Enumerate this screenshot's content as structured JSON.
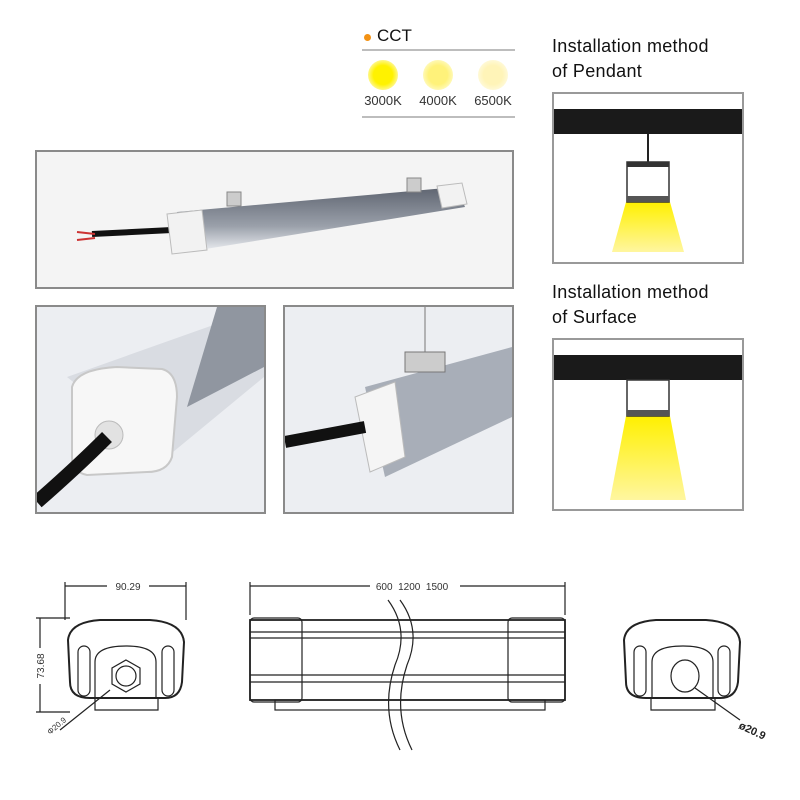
{
  "cct": {
    "title": "CCT",
    "accent": "#f39214",
    "options": [
      {
        "label": "3000K",
        "color": "#fff200"
      },
      {
        "label": "4000K",
        "color": "#fff27a"
      },
      {
        "label": "6500K",
        "color": "#fff4b8"
      }
    ]
  },
  "installation": {
    "pendant": {
      "line1": "Installation method",
      "line2": "of Pendant"
    },
    "surface": {
      "line1": "Installation method",
      "line2": "of Surface"
    }
  },
  "dimensions": {
    "width": "90.29",
    "height": "73.68",
    "diameter_left": "Φ20.9",
    "length": "600  1200  1500",
    "diameter_right": "ø20.9"
  }
}
